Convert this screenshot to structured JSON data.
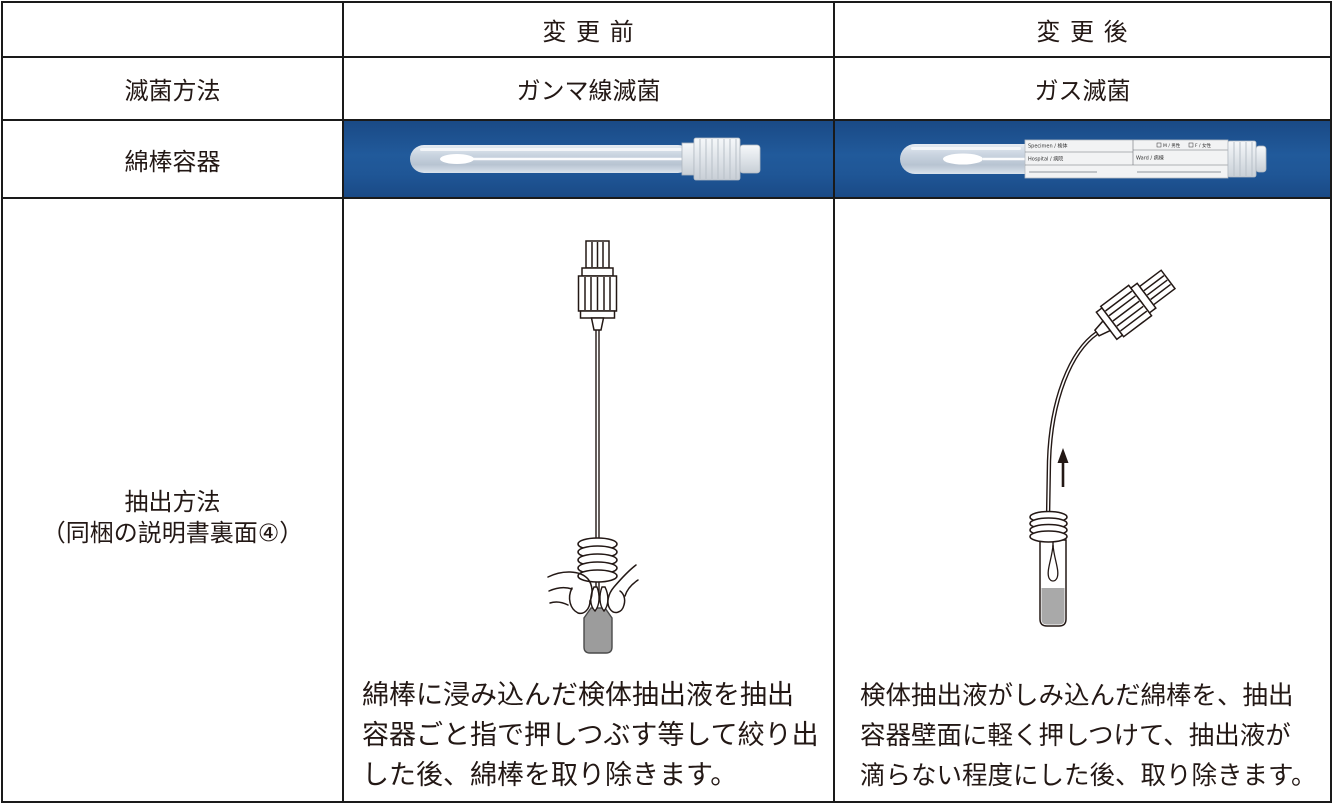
{
  "table": {
    "header": {
      "before": "変 更 前",
      "after": "変 更 後"
    },
    "sterilization": {
      "label": "滅菌方法",
      "before": "ガンマ線滅菌",
      "after": "ガス滅菌"
    },
    "container": {
      "label": "綿棒容器"
    },
    "extraction": {
      "label": "抽出方法",
      "sublabel": "（同梱の説明書裏面④）",
      "before_lines": [
        "綿棒に浸み込んだ検体抽出液を抽出",
        "容器ごと指で押しつぶす等して絞り出",
        "した後、綿棒を取り除きます。"
      ],
      "after_lines": [
        "検体抽出液がしみ込んだ綿棒を、抽出",
        "容器壁面に軽く押しつけて、抽出液が",
        "滴らない程度にした後、取り除きます。"
      ]
    }
  },
  "tube_label": {
    "specimen": "Specimen / 検体",
    "hospital": "Hospital / 病院",
    "ward": "Ward / 病棟",
    "male": "M / 男性",
    "female": "F / 女性"
  },
  "colors": {
    "border": "#1a1a1a",
    "text": "#231815",
    "photo_background": "#1f5594",
    "vial_fill": "#9c9c9c"
  }
}
